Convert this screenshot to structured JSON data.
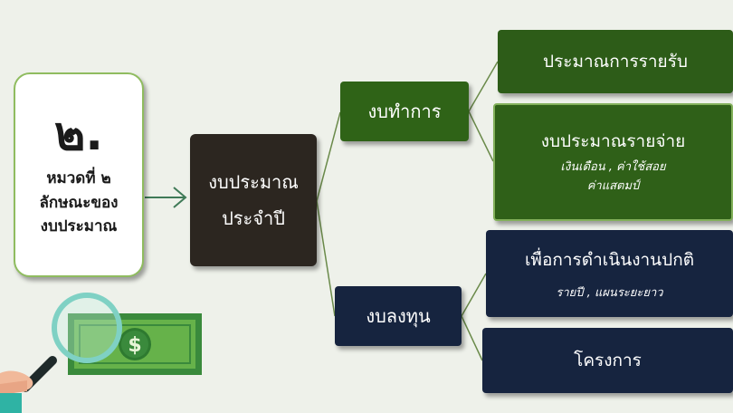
{
  "chapter": {
    "number": "๒.",
    "lines": [
      "หมวดที่ ๒",
      "ลักษณะของ",
      "งบประมาณ"
    ]
  },
  "annual_budget": {
    "lines": [
      "งบประมาณ",
      "ประจำปี"
    ]
  },
  "operating": {
    "label": "งบทำการ",
    "revenue_label": "ประมาณการรายรับ",
    "expenditure": {
      "title": "งบประมาณรายจ่าย",
      "sub_lines": [
        "เงินเดือน , ค่าใช้สอย",
        "ค่าแสตมป์"
      ]
    }
  },
  "investment": {
    "label": "งบลงทุน",
    "normal_ops": {
      "title": "เพื่อการดำเนินงานปกติ",
      "sub": "รายปี , แผนระยะยาว"
    },
    "projects_label": "โครงการ"
  },
  "illustration": {
    "currency_symbol": "$"
  },
  "colors": {
    "background": "#eef1ea",
    "green_box": "#2f6317",
    "navy_box": "#16243f",
    "dark_box": "#2c2620",
    "connector": "#3f7a57"
  }
}
